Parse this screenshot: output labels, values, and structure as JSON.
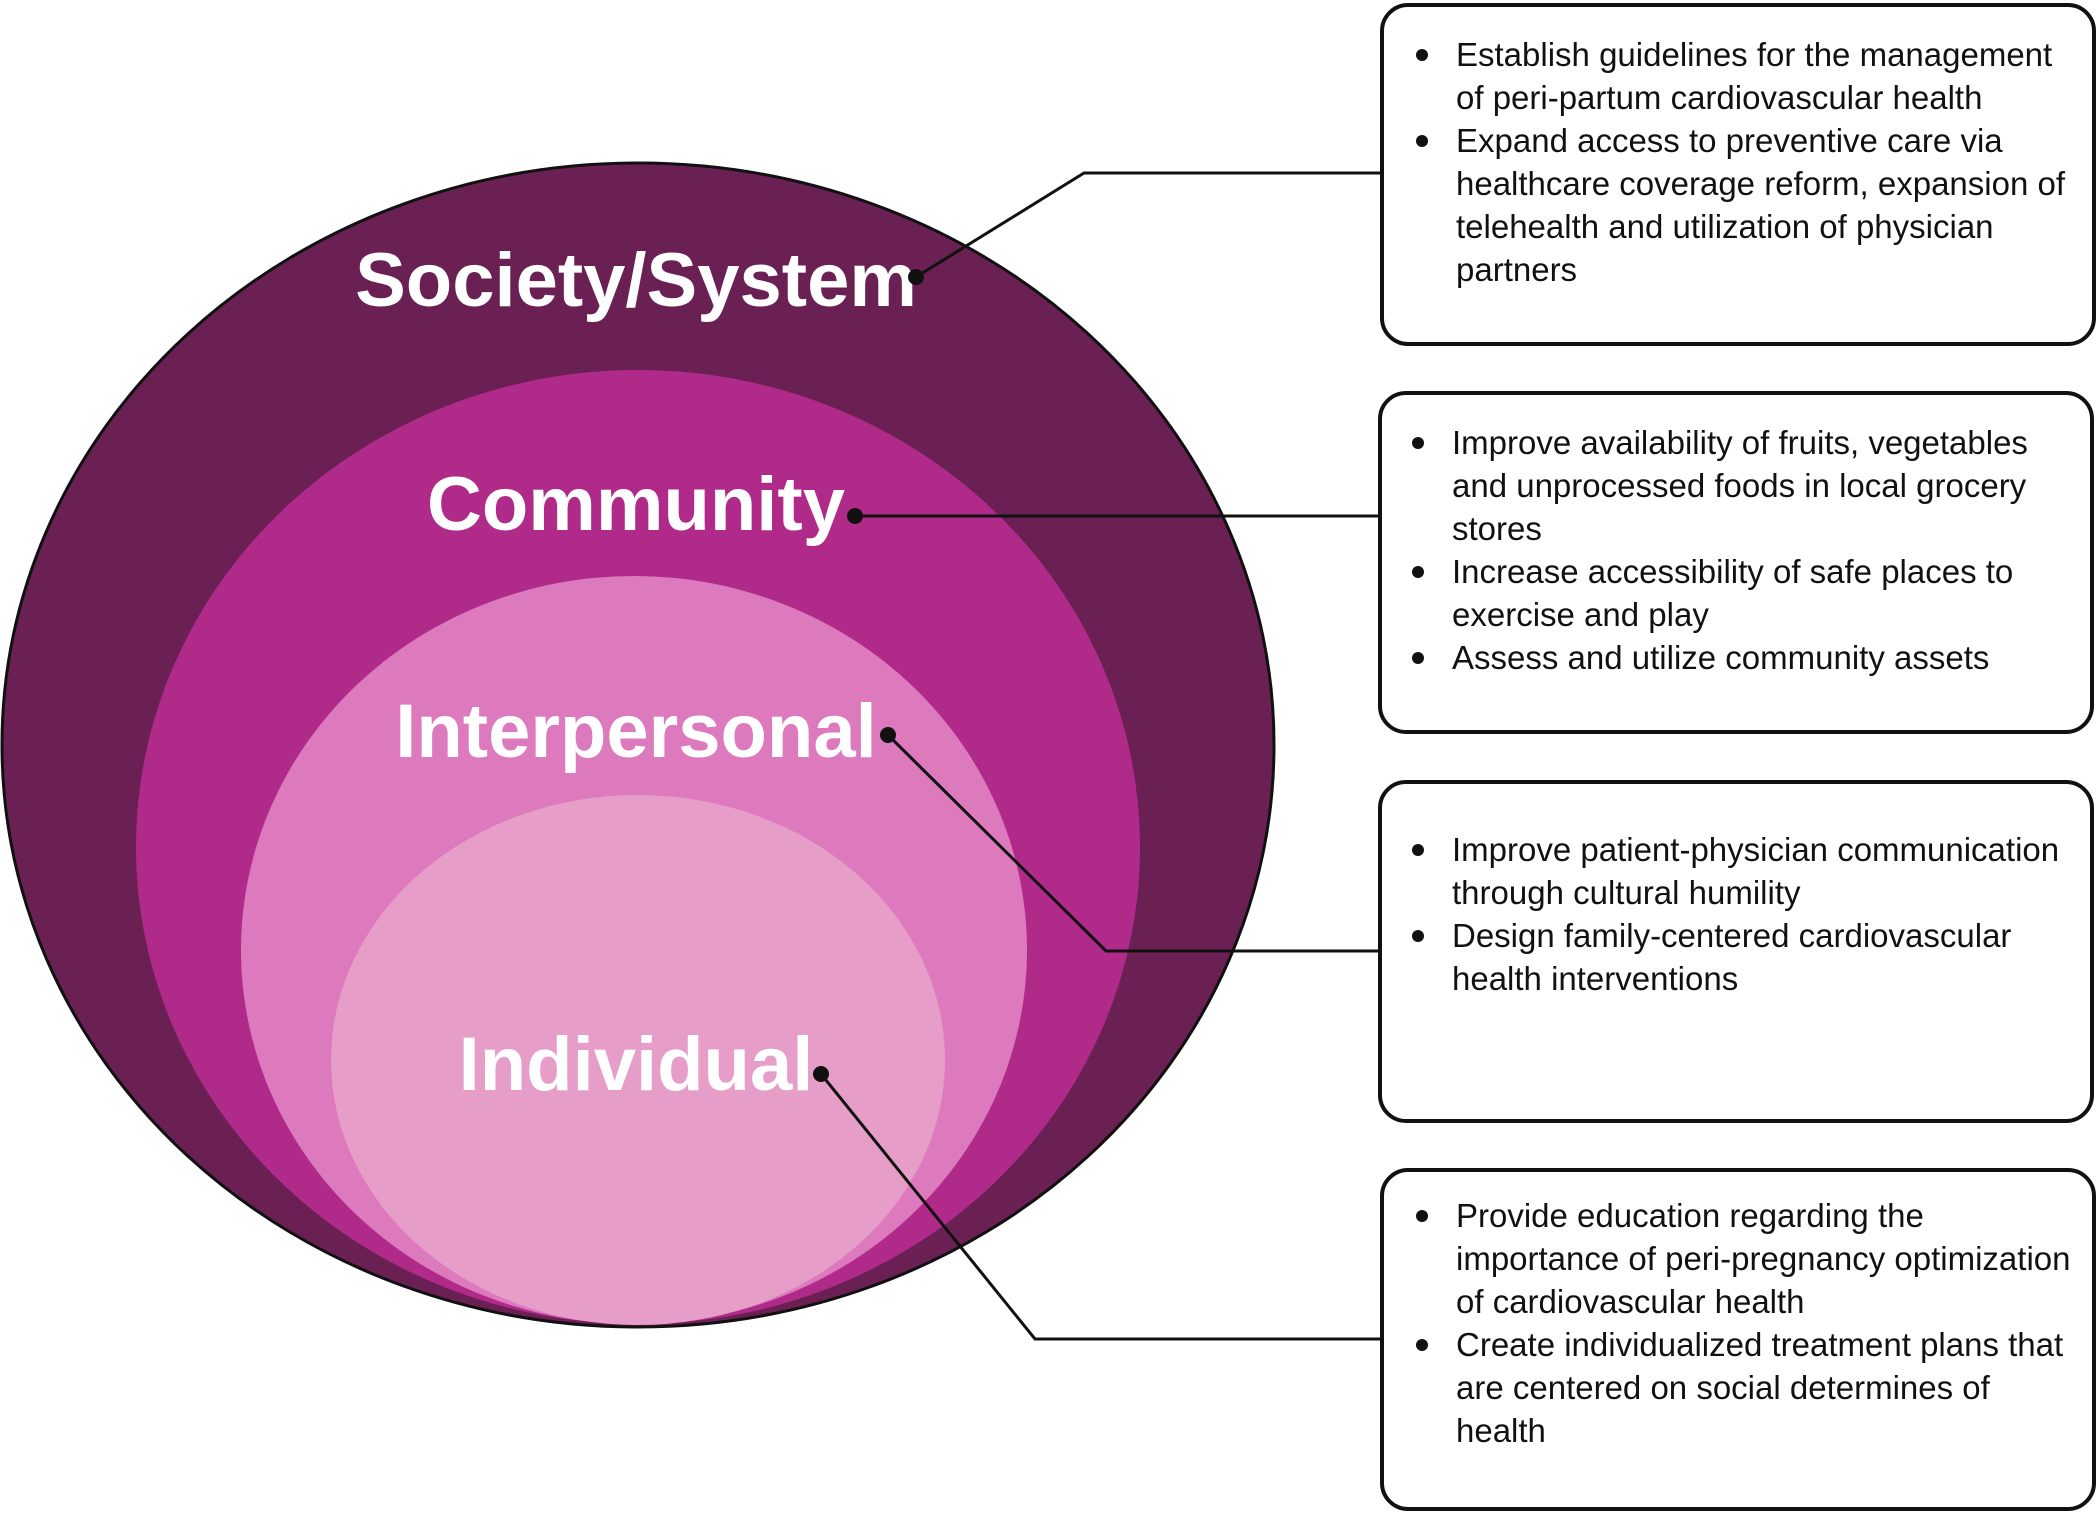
{
  "colors": {
    "society": "#6b2054",
    "community": "#b02a8a",
    "interpersonal": "#dd7abe",
    "individual": "#e69ec9",
    "outline": "#111111",
    "connector": "#111111"
  },
  "levels": {
    "society": "Society/System",
    "community": "Community",
    "interpersonal": "Interpersonal",
    "individual": "Individual"
  },
  "boxes": {
    "society": [
      "Establish guidelines for the management of peri-partum cardiovascular health",
      "Expand access to preventive care via healthcare coverage reform, expansion of telehealth and utilization of physician partners"
    ],
    "community": [
      "Improve availability of fruits, vegetables and unprocessed foods in local grocery stores",
      "Increase accessibility of safe places to exercise and play",
      "Assess and utilize community assets"
    ],
    "interpersonal": [
      "Improve patient-physician communication through cultural humility",
      "Design family-centered cardiovascular health interventions"
    ],
    "individual": [
      "Provide education regarding the importance of peri-pregnancy optimization of cardiovascular health",
      "Create individualized treatment plans that are centered on social determines of health"
    ]
  }
}
